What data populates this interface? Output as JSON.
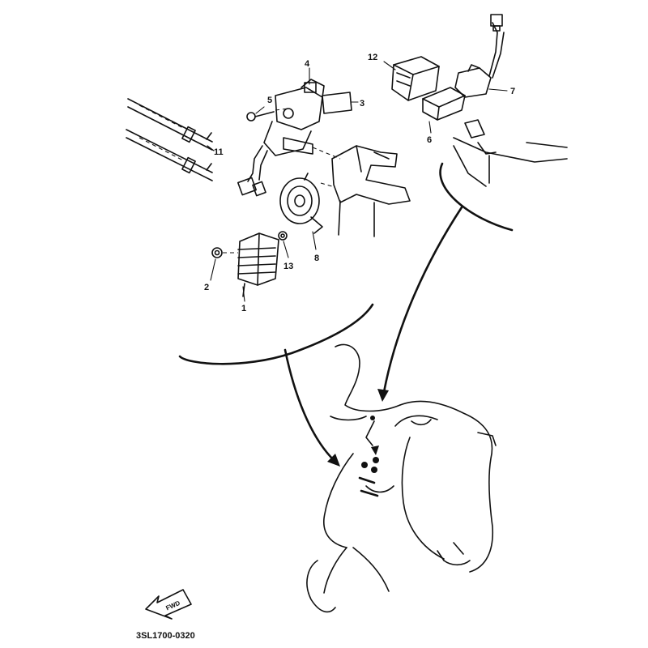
{
  "callouts": {
    "c1": "1",
    "c2": "2",
    "c3": "3",
    "c4": "4",
    "c5": "5",
    "c6": "6",
    "c7": "7",
    "c8": "8",
    "c11": "11",
    "c12": "12",
    "c13": "13"
  },
  "fwd_label": "FWD",
  "part_code": "3SL1700-0320",
  "colors": {
    "ink": "#111111",
    "paper": "#ffffff"
  }
}
